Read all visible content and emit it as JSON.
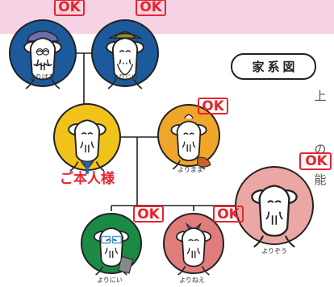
{
  "badge": {
    "ok": "OK"
  },
  "title": "家系図",
  "main_person": "ご本人様",
  "side_chars": [
    "上",
    "の",
    "能"
  ],
  "people": {
    "grandma": "よりばあ",
    "grandpa": "よりじい",
    "mama": "よりまま",
    "sou": "よりぞう",
    "nii": "よりにい",
    "nee": "よりねえ"
  },
  "colors": {
    "navy": "#1c5a9c",
    "yellow": "#f1c21a",
    "orange": "#f0a62a",
    "pink": "#eba7a4",
    "green": "#1b8a44",
    "mauve": "#e07c7c",
    "accent": "#e8232f",
    "banner": "#f6d3e4"
  }
}
